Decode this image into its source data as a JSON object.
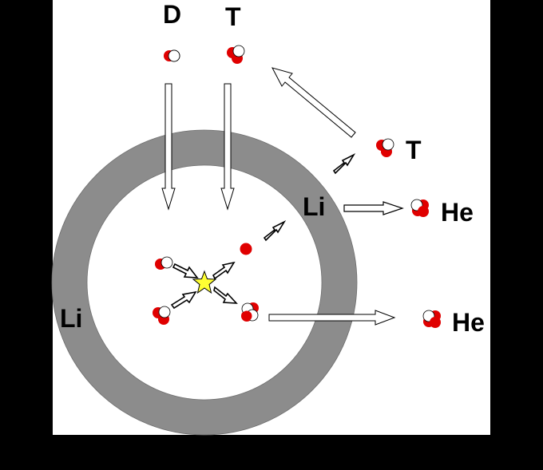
{
  "labels": {
    "deuterium_top": "D",
    "tritium_top": "T",
    "tritium_out": "T",
    "lithium_blanket": "Li",
    "lithium_left": "Li",
    "helium_upper": "He",
    "helium_lower": "He"
  },
  "colors": {
    "outer_background": "#000000",
    "canvas": "#ffffff",
    "blanket_ring": "#8c8c8c",
    "proton": "#e00000",
    "neutron": "#ffffff",
    "fusion_star": "#ffff33",
    "arrow_outline": "#000000"
  },
  "icons": {
    "fusion": "star-icon",
    "particle": "nucleus-icon"
  }
}
